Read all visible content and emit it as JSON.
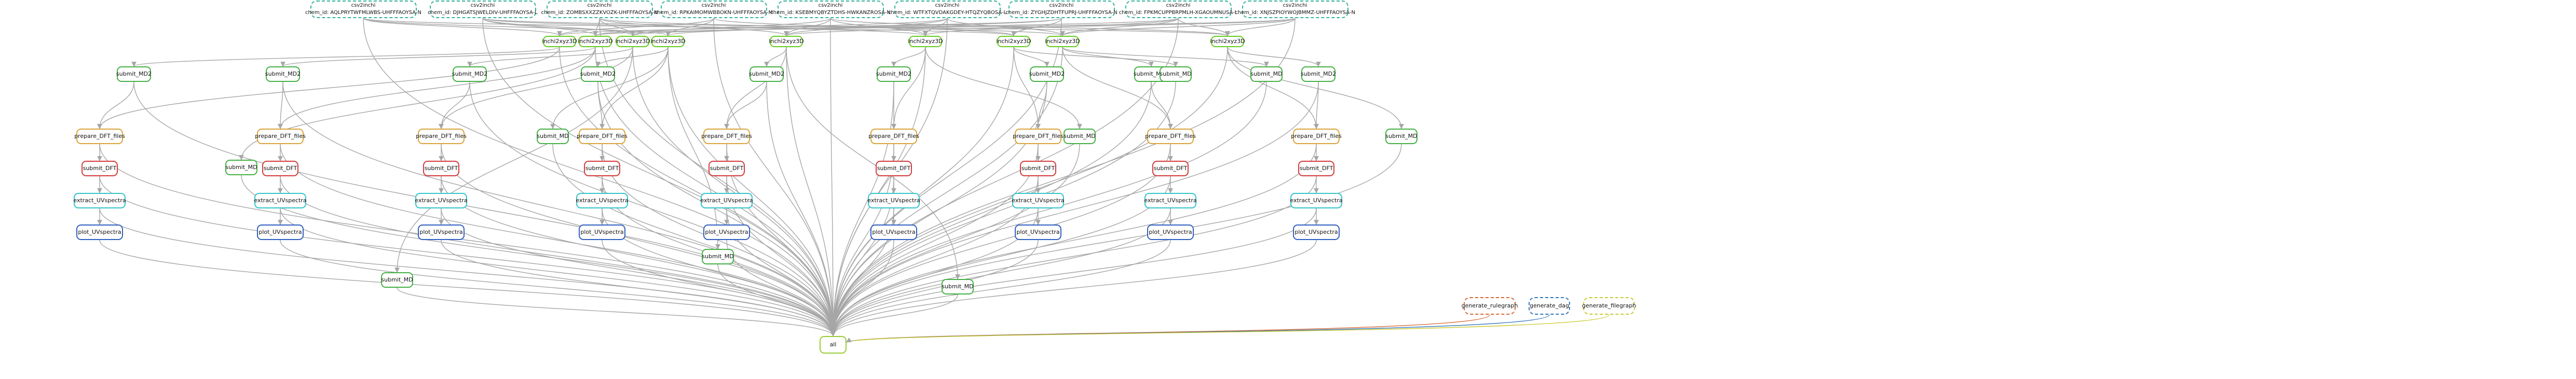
{
  "colors": {
    "edge": "#a6a6a6",
    "csv2inchi": "#33b39a",
    "inchi2xyz": "#66cc22",
    "submit_MD2": "#44b044",
    "prepare_DFT_files": "#d9a33a",
    "submit_DFT": "#d63a3a",
    "extract_UVspectra": "#33c4cc",
    "plot_UVspectra": "#2f5fbf",
    "submit_MD": "#44b044",
    "all": "#99cc33",
    "generate_rulegraph": "#d96633",
    "generate_dag": "#3377bb",
    "generate_filegraph": "#c9c933"
  },
  "csv_nodes": [
    {
      "title": "csv2inchi",
      "label": "chem_id: AQLPRYTWFMLWBS-UHFFFAOYSA-N"
    },
    {
      "title": "csv2inchi",
      "label": "chem_id: DJHGATSJWELDIV-UHFFFAOYSA-L"
    },
    {
      "title": "csv2inchi",
      "label": "chem_id: ZOMBSXXZZKVOZK-UHFFFAOYSA-N"
    },
    {
      "title": "csv2inchi",
      "label": "chem_id: RPKAIMOMWBBOKN-UHFFFAOYSA-M"
    },
    {
      "title": "csv2inchi",
      "label": "chem_id: KSEBMYQBYZTDHS-HWKANZROSA-N"
    },
    {
      "title": "csv2inchi",
      "label": "chem_id: WTFXTQVDAKGDEY-HTQZYQBOSA-L"
    },
    {
      "title": "csv2inchi",
      "label": "chem_id: ZYGHJZDHTFUPRJ-UHFFFAOYSA-N"
    },
    {
      "title": "csv2inchi",
      "label": "chem_id: FPKMCUPPBRPMLH-XGAOUMNUSA-L"
    },
    {
      "title": "csv2inchi",
      "label": "chem_id: XNJSZPIOYWOJBMMZ-UHFFFAOYSA-N"
    }
  ],
  "labels": {
    "inchi2xyz": "inchi2xyz3D",
    "submit_MD2": "submit_MD2",
    "prepare_DFT_files": "prepare_DFT_files",
    "submit_DFT": "submit_DFT",
    "extract_UVspectra": "extract_UVspectra",
    "plot_UVspectra": "plot_UVspectra",
    "submit_MD": "submit_MD",
    "all": "all",
    "generate_rulegraph": "generate_rulegraph",
    "generate_dag": "generate_dag",
    "generate_filegraph": "generate_filegraph"
  }
}
